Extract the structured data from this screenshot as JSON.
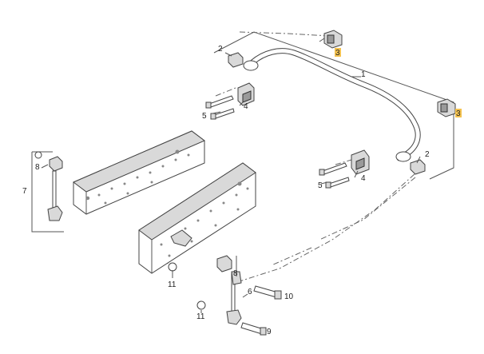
{
  "callouts": [
    {
      "id": "c1",
      "text": "1"
    },
    {
      "id": "c2a",
      "text": "2"
    },
    {
      "id": "c2b",
      "text": "2"
    },
    {
      "id": "c3a",
      "text": "3",
      "highlight": true
    },
    {
      "id": "c3b",
      "text": "3",
      "highlight": true
    },
    {
      "id": "c4a",
      "text": "4"
    },
    {
      "id": "c4b",
      "text": "4"
    },
    {
      "id": "c5a",
      "text": "5"
    },
    {
      "id": "c5b",
      "text": "5"
    },
    {
      "id": "c6",
      "text": "6"
    },
    {
      "id": "c7",
      "text": "7"
    },
    {
      "id": "c8a",
      "text": "8"
    },
    {
      "id": "c8b",
      "text": "8"
    },
    {
      "id": "c9",
      "text": "9"
    },
    {
      "id": "c10",
      "text": "10"
    },
    {
      "id": "c11a",
      "text": "11"
    },
    {
      "id": "c11b",
      "text": "11"
    }
  ],
  "colors": {
    "highlight": "#f4c24f",
    "line": "#555555",
    "part_fill": "#d9d9d9"
  }
}
